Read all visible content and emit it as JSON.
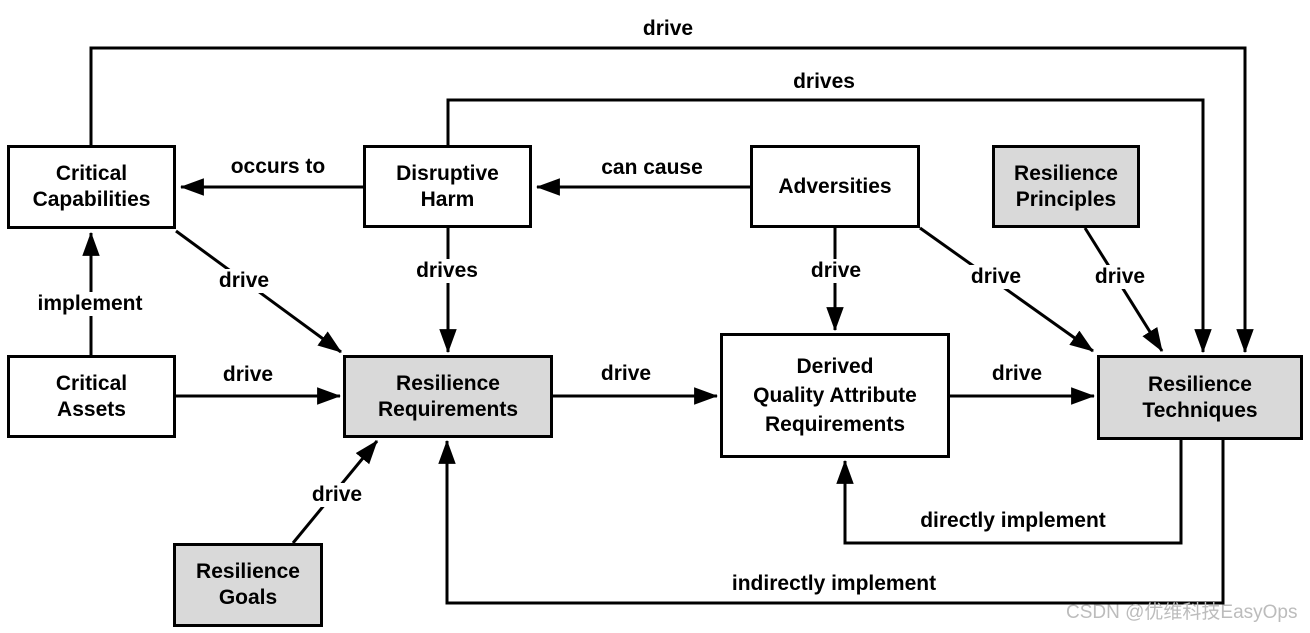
{
  "colors": {
    "node_border": "#000000",
    "node_fill_white": "#ffffff",
    "node_fill_gray": "#d9d9d9",
    "edge": "#000000",
    "label_text": "#000000",
    "watermark_text": "#bcbcbc"
  },
  "watermark": {
    "text": "CSDN @优维科技EasyOps"
  },
  "diagram": {
    "nodes": [
      {
        "id": "critical-capabilities",
        "fill": "white",
        "lines": [
          "Critical",
          "Capabilities"
        ]
      },
      {
        "id": "disruptive-harm",
        "fill": "white",
        "lines": [
          "Disruptive",
          "Harm"
        ]
      },
      {
        "id": "adversities",
        "fill": "white",
        "lines": [
          "Adversities"
        ]
      },
      {
        "id": "resilience-principles",
        "fill": "gray",
        "lines": [
          "Resilience",
          "Principles"
        ]
      },
      {
        "id": "critical-assets",
        "fill": "white",
        "lines": [
          "Critical",
          "Assets"
        ]
      },
      {
        "id": "resilience-requirements",
        "fill": "gray",
        "lines": [
          "Resilience",
          "Requirements"
        ]
      },
      {
        "id": "derived-quality-attribute-requirements",
        "fill": "white",
        "lines": [
          "Derived",
          "Quality Attribute",
          "Requirements"
        ]
      },
      {
        "id": "resilience-techniques",
        "fill": "gray",
        "lines": [
          "Resilience",
          "Techniques"
        ]
      },
      {
        "id": "resilience-goals",
        "fill": "gray",
        "lines": [
          "Resilience",
          "Goals"
        ]
      }
    ],
    "edges": [
      {
        "id": "cc-to-rt",
        "label": "drive",
        "from": "critical-capabilities",
        "to": "resilience-techniques"
      },
      {
        "id": "dh-to-rt",
        "label": "drives",
        "from": "disruptive-harm",
        "to": "resilience-techniques"
      },
      {
        "id": "dh-to-cc",
        "label": "occurs to",
        "from": "disruptive-harm",
        "to": "critical-capabilities"
      },
      {
        "id": "adv-to-dh",
        "label": "can cause",
        "from": "adversities",
        "to": "disruptive-harm"
      },
      {
        "id": "ca-to-cc",
        "label": "implement",
        "from": "critical-assets",
        "to": "critical-capabilities"
      },
      {
        "id": "cc-to-rr",
        "label": "drive",
        "from": "critical-capabilities",
        "to": "resilience-requirements"
      },
      {
        "id": "ca-to-rr",
        "label": "drive",
        "from": "critical-assets",
        "to": "resilience-requirements"
      },
      {
        "id": "dh-to-rr",
        "label": "drives",
        "from": "disruptive-harm",
        "to": "resilience-requirements"
      },
      {
        "id": "rr-to-dqar",
        "label": "drive",
        "from": "resilience-requirements",
        "to": "derived-quality-attribute-requirements"
      },
      {
        "id": "adv-to-dqar",
        "label": "drive",
        "from": "adversities",
        "to": "derived-quality-attribute-requirements"
      },
      {
        "id": "adv-to-rt",
        "label": "drive",
        "from": "adversities",
        "to": "resilience-techniques"
      },
      {
        "id": "rp-to-rt",
        "label": "drive",
        "from": "resilience-principles",
        "to": "resilience-techniques"
      },
      {
        "id": "dqar-to-rt",
        "label": "drive",
        "from": "derived-quality-attribute-requirements",
        "to": "resilience-techniques"
      },
      {
        "id": "rt-to-dqar",
        "label": "directly implement",
        "from": "resilience-techniques",
        "to": "derived-quality-attribute-requirements"
      },
      {
        "id": "rt-to-rr",
        "label": "indirectly implement",
        "from": "resilience-techniques",
        "to": "resilience-requirements"
      },
      {
        "id": "rg-to-rr",
        "label": "drive",
        "from": "resilience-goals",
        "to": "resilience-requirements"
      }
    ]
  }
}
